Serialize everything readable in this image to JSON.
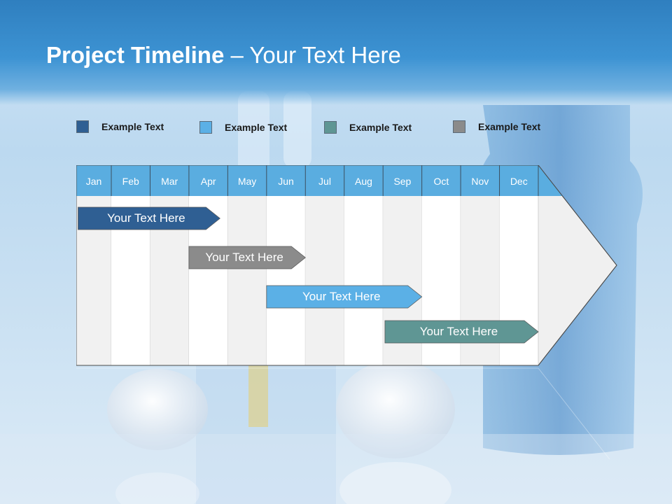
{
  "slide": {
    "title_bold": "Project Timeline",
    "title_rest": " – Your Text Here"
  },
  "legend": [
    {
      "label": "Example Text",
      "color": "#2f5f93"
    },
    {
      "label": "Example Text",
      "color": "#5bb0e6"
    },
    {
      "label": "Example Text",
      "color": "#5f9694"
    },
    {
      "label": "Example Text",
      "color": "#8b8b8b"
    }
  ],
  "timeline": {
    "months": [
      "Jan",
      "Feb",
      "Mar",
      "Apr",
      "May",
      "Jun",
      "Jul",
      "Aug",
      "Sep",
      "Oct",
      "Nov",
      "Dec"
    ],
    "header_color": "#5aade0",
    "tasks": [
      {
        "label": "Your  Text Here",
        "start_month": 0.05,
        "end_month": 3.8,
        "color": "#2f5f93"
      },
      {
        "label": "Your  Text Here",
        "start_month": 3.0,
        "end_month": 6.0,
        "color": "#8b8b8b"
      },
      {
        "label": "Your  Text Here",
        "start_month": 5.0,
        "end_month": 9.0,
        "color": "#5bb0e6"
      },
      {
        "label": "Your  Text Here",
        "start_month": 8.05,
        "end_month": 12.0,
        "color": "#5f9694"
      }
    ]
  }
}
